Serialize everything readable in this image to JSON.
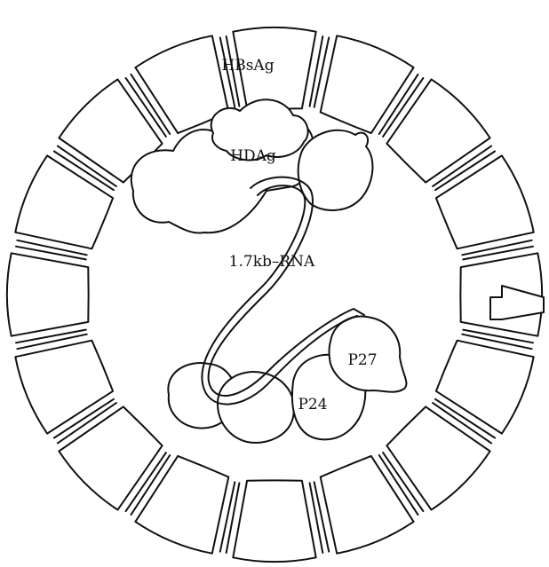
{
  "diagram": {
    "labels": {
      "envelope": "HBsAg",
      "core_protein": "HDAg",
      "rna": "1.7kb–RNA",
      "protein_a": "P27",
      "protein_b": "P24"
    },
    "envelope_unit_count": 16,
    "colors": {
      "ink": "#111111",
      "background": "#ffffff"
    }
  }
}
